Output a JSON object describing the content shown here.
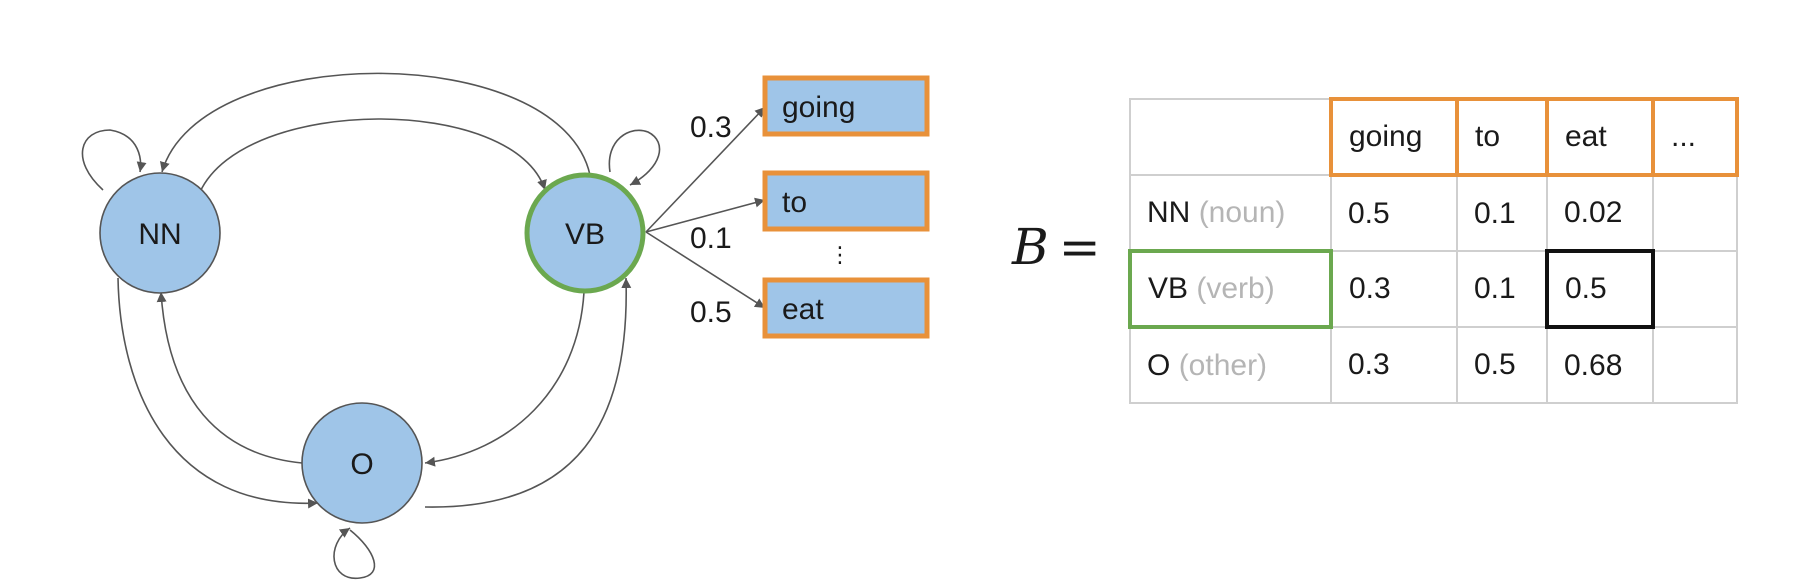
{
  "states": [
    {
      "id": "NN",
      "label": "NN"
    },
    {
      "id": "VB",
      "label": "VB"
    },
    {
      "id": "O",
      "label": "O"
    }
  ],
  "emission_labels": [
    "0.3",
    "0.1",
    "0.5"
  ],
  "words": [
    "going",
    "to",
    "eat"
  ],
  "ellipsis_vertical": "⋮",
  "matrix": {
    "symbol": "B",
    "equals": "=",
    "header": [
      "",
      "going",
      "to",
      "eat",
      "..."
    ],
    "rows": [
      {
        "state": "NN",
        "gloss": "(noun)",
        "values": [
          "0.5",
          "0.1",
          "0.02",
          ""
        ]
      },
      {
        "state": "VB",
        "gloss": "(verb)",
        "values": [
          "0.3",
          "0.1",
          "0.5",
          ""
        ]
      },
      {
        "state": "O",
        "gloss": "(other)",
        "values": [
          "0.3",
          "0.5",
          "0.68",
          ""
        ]
      }
    ]
  },
  "colors": {
    "node_fill": "#9fc5e8",
    "highlight_state": "#6ba84f",
    "word_border": "#e8913a",
    "highlight_cell": "#111111",
    "gloss": "#b5b5b5",
    "edge": "#555555"
  }
}
